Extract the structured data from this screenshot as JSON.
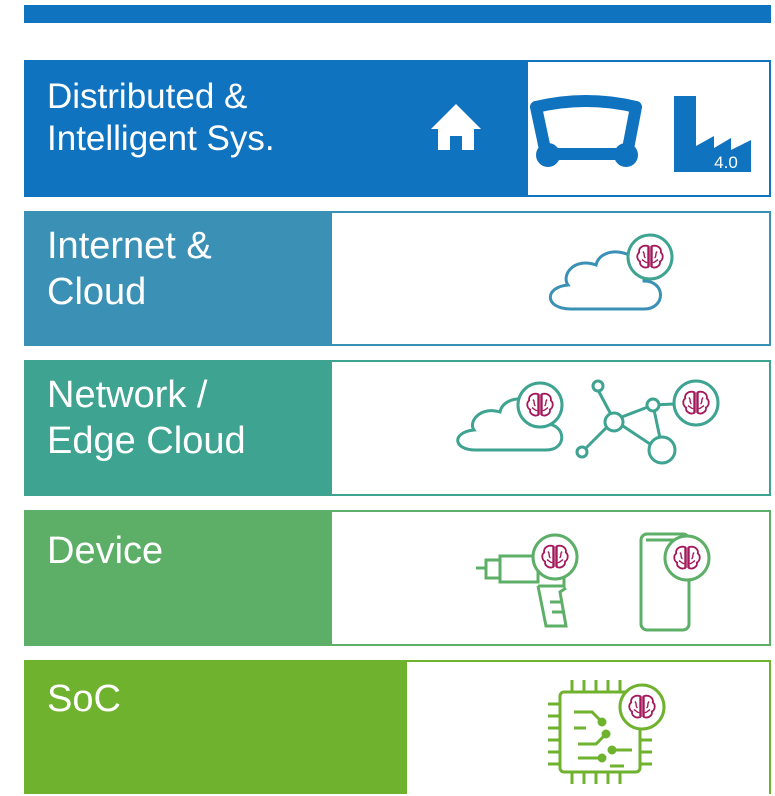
{
  "layers": [
    {
      "label": "Distributed &\nIntelligent Sys.",
      "color": "#0f73c0",
      "icons": [
        "smart-home-icon",
        "vehicle-icon",
        "industry-4-0-icon"
      ],
      "badge": "4.0"
    },
    {
      "label": "Internet &\nCloud",
      "color": "#3b91b5",
      "icons": [
        "ai-cloud-icon"
      ]
    },
    {
      "label": "Network /\nEdge Cloud",
      "color": "#3ea391",
      "icons": [
        "ai-edge-cloud-icon",
        "ai-network-icon"
      ]
    },
    {
      "label": "Device",
      "color": "#5daf68",
      "icons": [
        "ai-drill-icon",
        "ai-smartphone-icon"
      ]
    },
    {
      "label": "SoC",
      "color": "#6fb22e",
      "icons": [
        "ai-chip-icon"
      ]
    }
  ],
  "colors": {
    "top_bar": "#0f73c0",
    "brain": "#a3195b"
  }
}
